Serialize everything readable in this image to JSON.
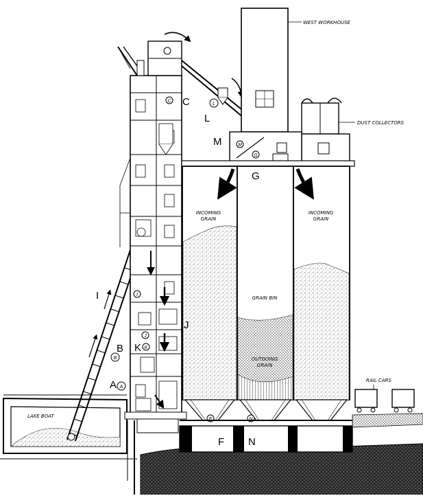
{
  "diagram": {
    "letter_labels": {
      "A": "A",
      "B": "B",
      "C": "C",
      "F": "F",
      "G": "G",
      "I": "I",
      "J": "J",
      "K": "K",
      "L": "L",
      "M": "M",
      "N": "N"
    },
    "circled_labels": {
      "A": "A",
      "B": "B",
      "C": "C",
      "F": "F",
      "G": "G",
      "I": "I",
      "J": "J",
      "K": "K",
      "L": "L",
      "M": "M",
      "N": "N"
    },
    "callouts": {
      "west_workhouse": "WEST WORKHOUSE",
      "dust_collectors": "DUST COLLECTORS",
      "rail_cars": "RAIL CARS",
      "lake_boat": "LAKE BOAT"
    },
    "bin_labels": {
      "incoming_grain_left_1": "INCOMING",
      "incoming_grain_left_2": "GRAIN",
      "incoming_grain_right_1": "INCOMING",
      "incoming_grain_right_2": "GRAIN",
      "grain_bin": "GRAIN BIN",
      "outgoing_grain_1": "OUTGOING",
      "outgoing_grain_2": "GRAIN"
    }
  }
}
